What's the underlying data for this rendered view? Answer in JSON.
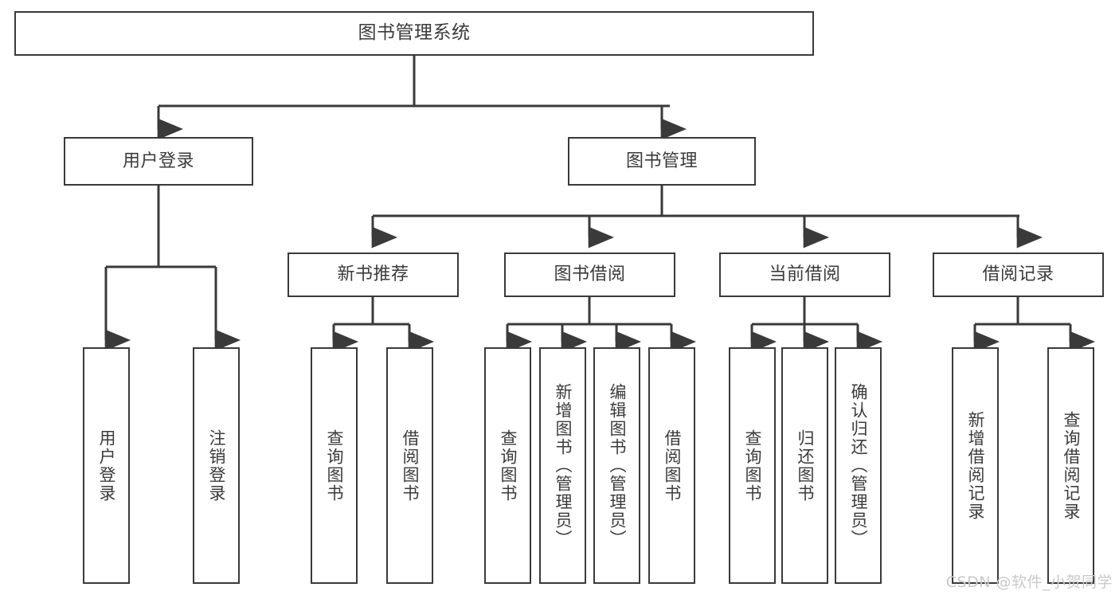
{
  "diagram": {
    "type": "tree",
    "title": "图书管理系统",
    "root": {
      "id": "root",
      "label": "图书管理系统"
    },
    "level1": [
      {
        "id": "user-login",
        "label": "用户登录"
      },
      {
        "id": "book-manage",
        "label": "图书管理"
      }
    ],
    "level2": [
      {
        "id": "new-book-recommend",
        "label": "新书推荐",
        "parent": "book-manage"
      },
      {
        "id": "book-borrow",
        "label": "图书借阅",
        "parent": "book-manage"
      },
      {
        "id": "current-borrow",
        "label": "当前借阅",
        "parent": "book-manage"
      },
      {
        "id": "borrow-record",
        "label": "借阅记录",
        "parent": "book-manage"
      }
    ],
    "leaves": [
      {
        "id": "leaf-user-login",
        "label": "用户登录",
        "parent": "user-login"
      },
      {
        "id": "leaf-logout-login",
        "label": "注销登录",
        "parent": "user-login"
      },
      {
        "id": "leaf-query-book-1",
        "label": "查询图书",
        "parent": "new-book-recommend"
      },
      {
        "id": "leaf-borrow-book-1",
        "label": "借阅图书",
        "parent": "new-book-recommend"
      },
      {
        "id": "leaf-query-book-2",
        "label": "查询图书",
        "parent": "book-borrow"
      },
      {
        "id": "leaf-add-book",
        "label": "新增图书（管理员）",
        "parent": "book-borrow"
      },
      {
        "id": "leaf-edit-book",
        "label": "编辑图书（管理员）",
        "parent": "book-borrow"
      },
      {
        "id": "leaf-borrow-book-2",
        "label": "借阅图书",
        "parent": "book-borrow"
      },
      {
        "id": "leaf-query-book-3",
        "label": "查询图书",
        "parent": "current-borrow"
      },
      {
        "id": "leaf-return-book",
        "label": "归还图书",
        "parent": "current-borrow"
      },
      {
        "id": "leaf-confirm-return",
        "label": "确认归还（管理员）",
        "parent": "current-borrow"
      },
      {
        "id": "leaf-add-record",
        "label": "新增借阅记录",
        "parent": "borrow-record"
      },
      {
        "id": "leaf-query-record",
        "label": "查询借阅记录",
        "parent": "borrow-record"
      }
    ],
    "colors": {
      "stroke": "#3a3a3a",
      "text": "#3b3b3b",
      "background": "#ffffff",
      "watermark": "#c9c9c9"
    }
  },
  "watermark": {
    "text": "CSDN @软件_小贺同学"
  }
}
